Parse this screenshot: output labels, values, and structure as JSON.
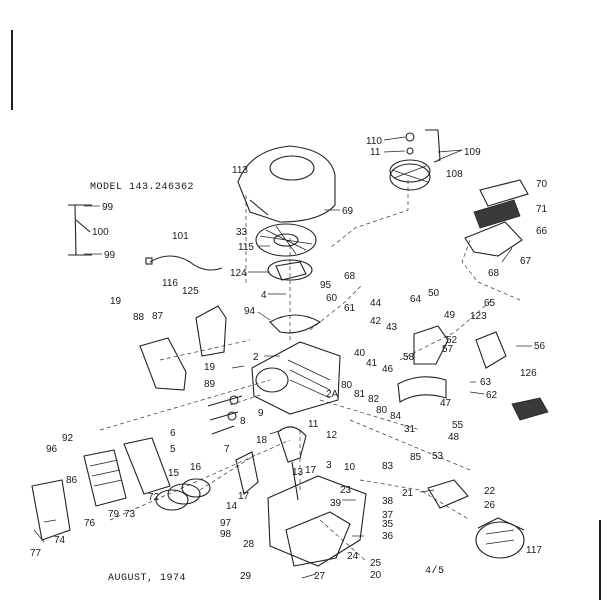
{
  "header": {
    "model": "MODEL 143.246362"
  },
  "footer": {
    "date": "AUGUST, 1974",
    "page": "4/5"
  },
  "callouts": {
    "c113": "113",
    "c110": "110",
    "c11a": "11",
    "c109": "109",
    "c108": "108",
    "c70": "70",
    "c71": "71",
    "c66": "66",
    "c67": "67",
    "c68a": "68",
    "c99a": "99",
    "c100": "100",
    "c99b": "99",
    "c101": "101",
    "c33": "33",
    "c69": "69",
    "c115": "115",
    "c124": "124",
    "c68b": "68",
    "c4": "4",
    "c95": "95",
    "c60": "60",
    "c61": "61",
    "c44": "44",
    "c42": "42",
    "c43": "43",
    "c64": "64",
    "c50": "50",
    "c49": "49",
    "c52": "52",
    "c65": "65",
    "c123": "123",
    "c56": "56",
    "c116": "116",
    "c125": "125",
    "c19a": "19",
    "c88": "88",
    "c87": "87",
    "c94": "94",
    "c2": "2",
    "c19b": "19",
    "c40": "40",
    "c41": "41",
    "c58": "58",
    "c57": "57",
    "c46": "46",
    "c63": "63",
    "c62": "62",
    "c126": "126",
    "c89": "89",
    "c2A": "2A",
    "c80a": "80",
    "c81": "81",
    "c82": "82",
    "c47": "47",
    "c80b": "80",
    "c84": "84",
    "c55": "55",
    "c9": "9",
    "c8": "8",
    "c6": "6",
    "c5": "5",
    "c7": "7",
    "c18": "18",
    "c11b": "11",
    "c12": "12",
    "c31": "31",
    "c48": "48",
    "c53": "53",
    "c83": "83",
    "c85": "85",
    "c92": "92",
    "c96": "96",
    "c86": "86",
    "c15": "15",
    "c16": "16",
    "c72": "72",
    "c17a": "17",
    "c13": "13",
    "c17b": "17",
    "c3": "3",
    "c10": "10",
    "c14": "14",
    "c23": "23",
    "c39": "39",
    "c38": "38",
    "c37": "37",
    "c35": "35",
    "c36": "36",
    "c21": "21",
    "c22": "22",
    "c26": "26",
    "c79": "79",
    "c73": "73",
    "c76": "76",
    "c74": "74",
    "c77": "77",
    "c97": "97",
    "c98": "98",
    "c28": "28",
    "c24": "24",
    "c25": "25",
    "c20": "20",
    "c29": "29",
    "c27": "27",
    "c117": "117"
  }
}
